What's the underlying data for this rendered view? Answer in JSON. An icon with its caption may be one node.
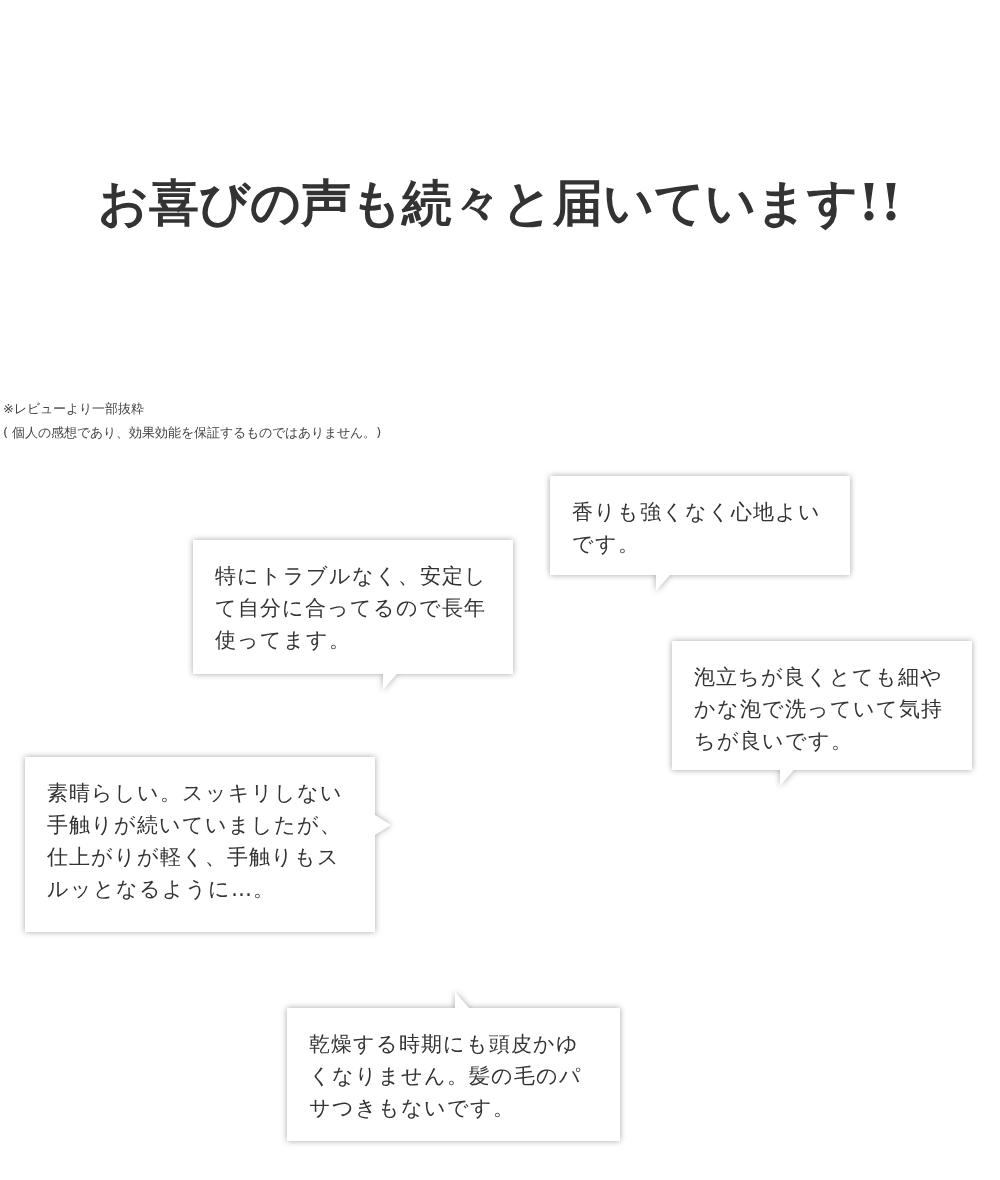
{
  "diagram": {
    "title": "お喜びの声も続々と届いています!!",
    "nodes": [
      {
        "text": [
          "香りも強くなく心地よいです。"
        ]
      },
      {
        "text": [
          "特にトラブルなく、安定して自分に合ってるので長年使ってます。"
        ]
      },
      {
        "text": [
          "泡立ちが良くとても細やかな泡で洗っていて気持ちが良いです。"
        ]
      },
      {
        "text": [
          "素晴らしい。スッキリしない手触りが続いていましたが、仕上がりが軽く、手触りもスルッとなるように…。"
        ]
      },
      {
        "text": [
          "乾燥する時期にも頭皮かゆくなりません。髪の毛のパサつきもないです。"
        ]
      }
    ],
    "labels": [
      "※レビューより一部抜粋",
      "( 個人の感想であり、効果効能を保証するものではありません。)"
    ]
  }
}
